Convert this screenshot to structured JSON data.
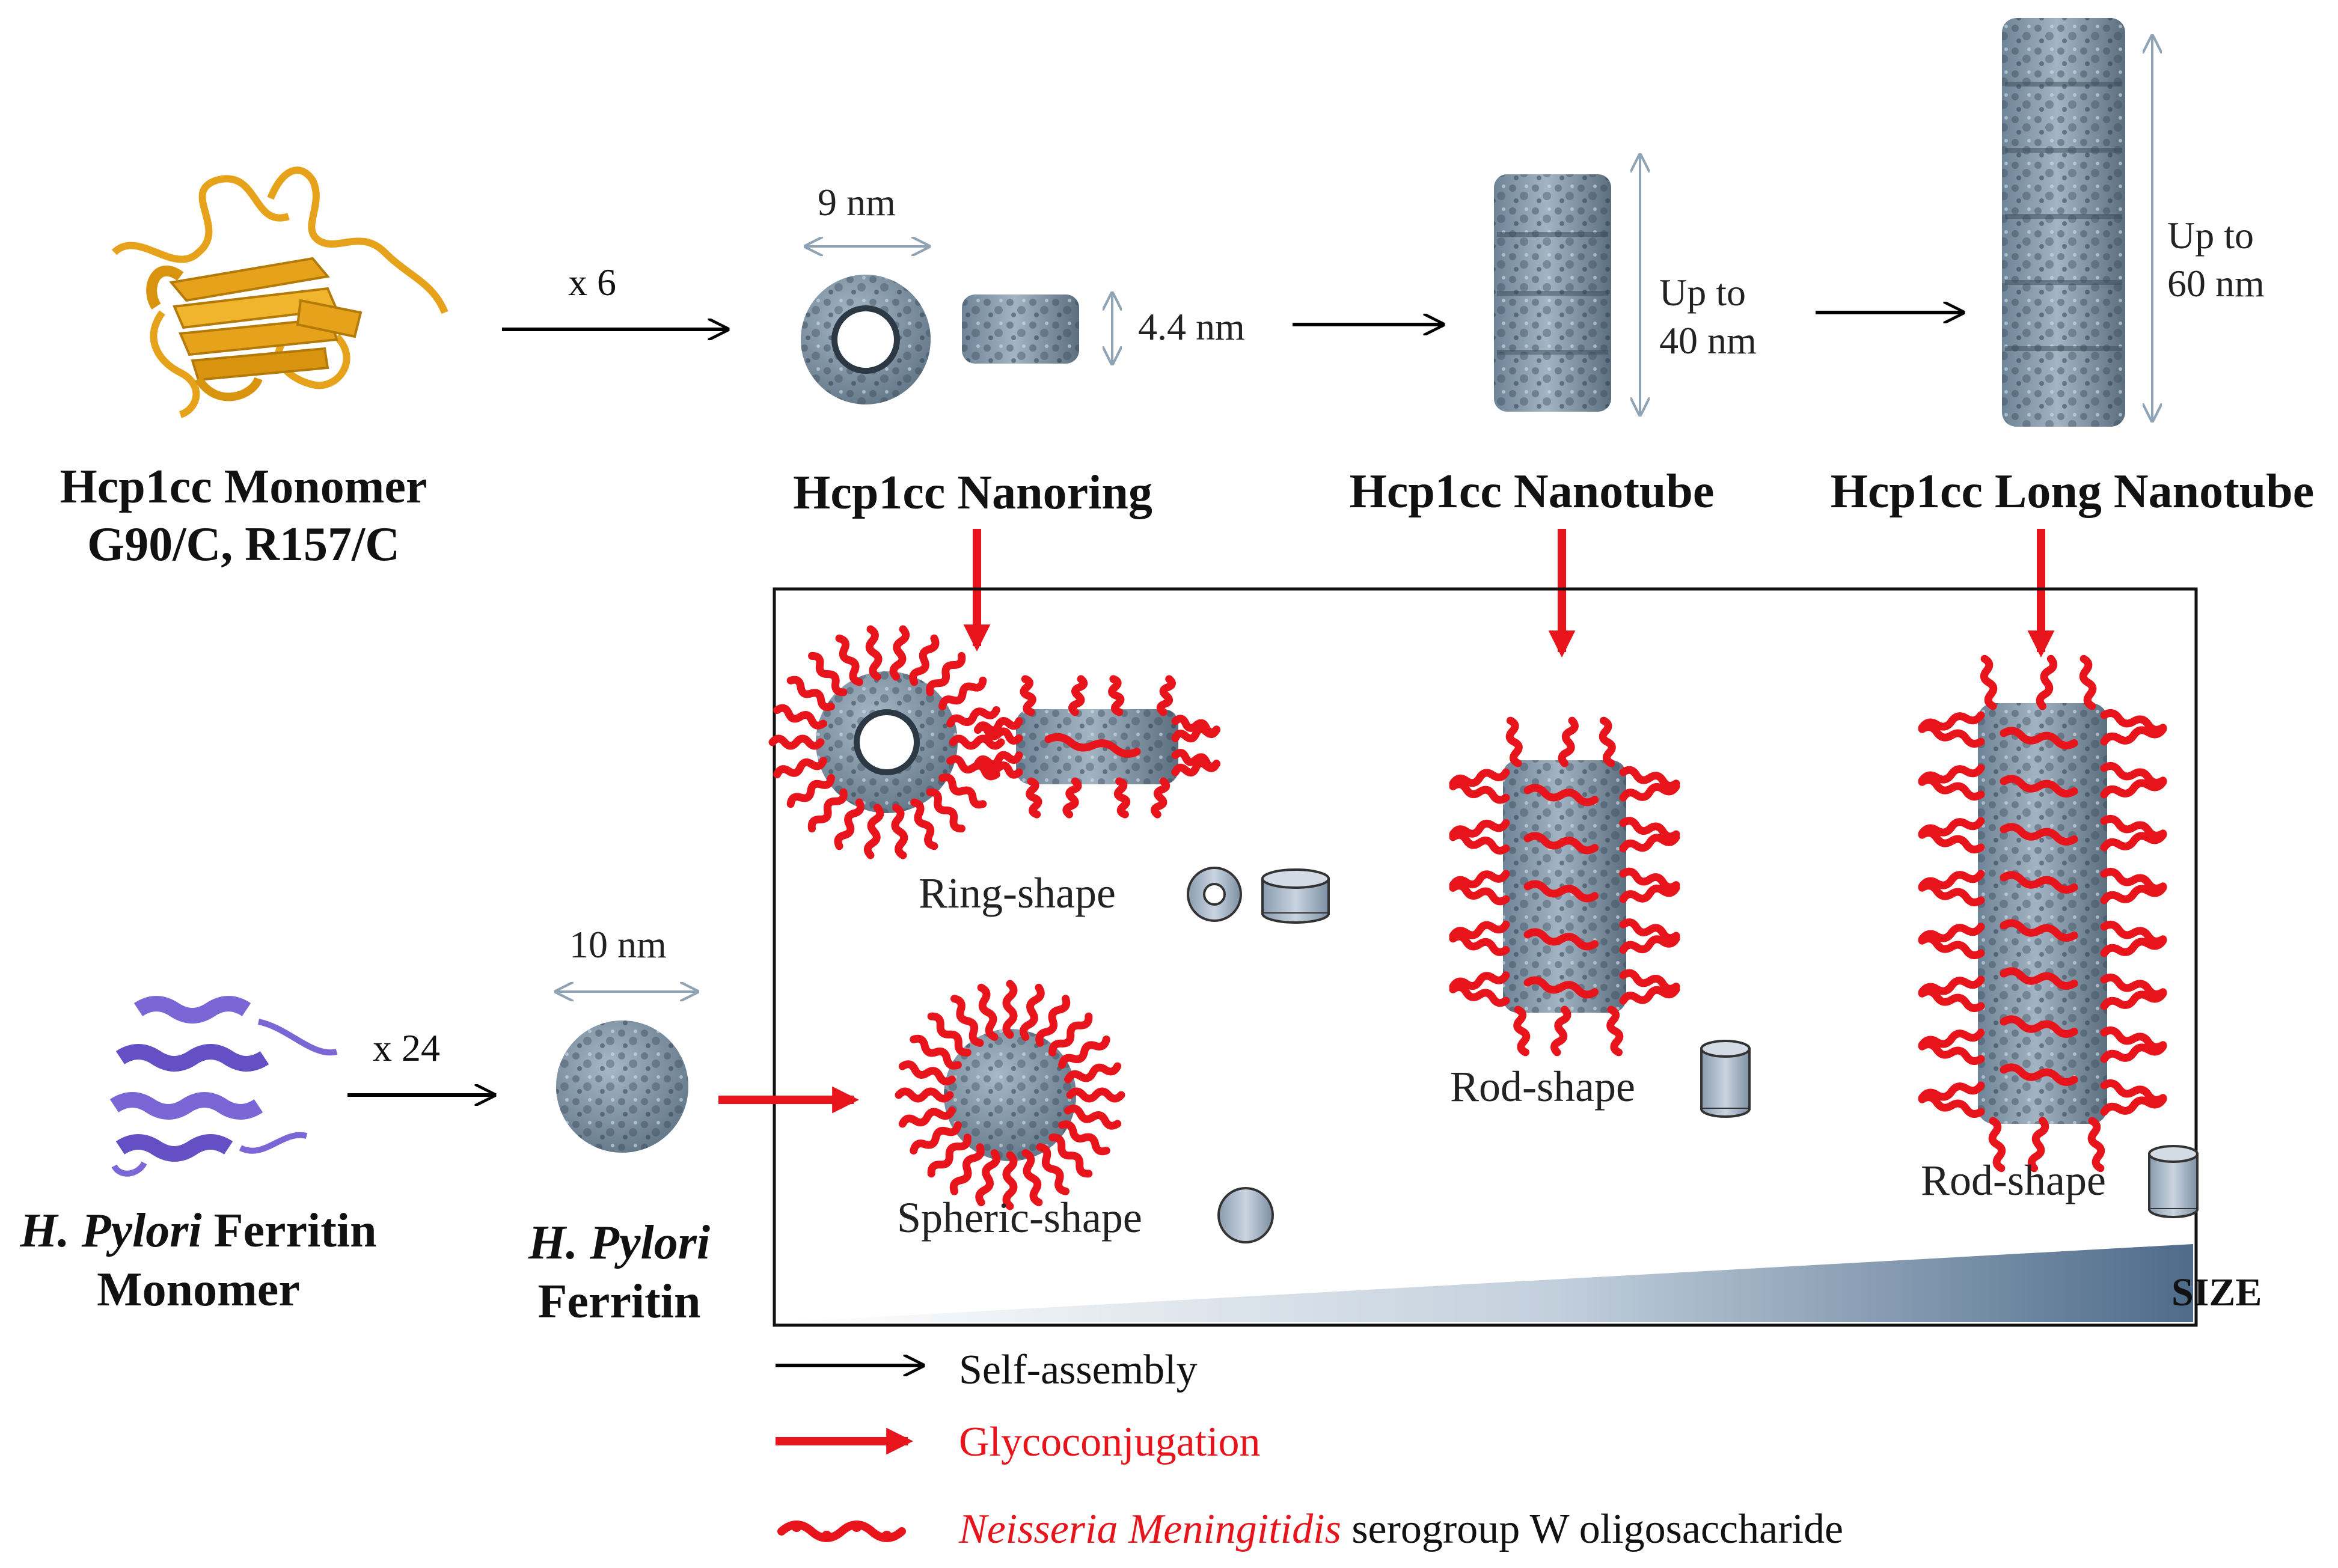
{
  "colors": {
    "self_assembly": "#000000",
    "glycoconjugation": "#e8141b",
    "oligosaccharide": "#e8141b",
    "protein": "#7f95a8",
    "hcp1cc_monomer": "#e6a21a",
    "ferritin_monomer": "#7b66d6",
    "size_gradient_dark": "#4e6b8a"
  },
  "monomer_hcp": {
    "line1": "Hcp1cc Monomer",
    "line2": "G90/C, R157/C"
  },
  "monomer_ferritin": {
    "italic": "H. Pylori",
    "rest": " Ferritin",
    "line2": "Monomer"
  },
  "multipliers": {
    "hcp": "x 6",
    "ferritin": "x 24"
  },
  "dimensions": {
    "ring_width": "9 nm",
    "ring_height": "4.4 nm",
    "tube_line1": "Up to",
    "tube_line2": "40 nm",
    "long_line1": "Up to",
    "long_line2": "60 nm",
    "ferritin_width": "10 nm"
  },
  "titles": {
    "nanoring": "Hcp1cc Nanoring",
    "nanotube": "Hcp1cc Nanotube",
    "long_nanotube": "Hcp1cc Long Nanotube",
    "ferritin_italic": "H. Pylori",
    "ferritin_line2": "Ferritin"
  },
  "shape_labels": {
    "ring": "Ring-shape",
    "rod_middle": "Rod-shape",
    "rod_right": "Rod-shape",
    "spheric": "Spheric-shape"
  },
  "size_label": "SIZE",
  "legend": {
    "self_assembly": "Self-assembly",
    "glycoconjugation": "Glycoconjugation",
    "oligo_italic": "Neisseria Meningitidis",
    "oligo_rest": " serogroup W oligosaccharide"
  }
}
